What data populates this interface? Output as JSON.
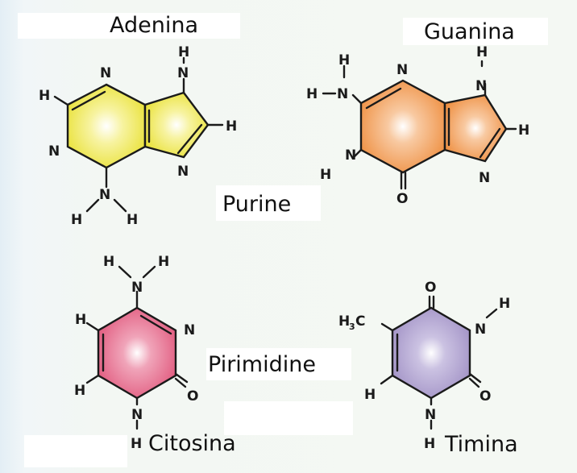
{
  "labels": {
    "adenine": "Adenina",
    "guanine": "Guanina",
    "purines": "Purine",
    "pyrimidines": "Pirimidine",
    "cytosine": "Citosina",
    "thymine": "Timina"
  },
  "atoms": {
    "N": "N",
    "H": "H",
    "O": "O",
    "C": "C",
    "H3": "3"
  },
  "colors": {
    "adenine": "#e8e030",
    "guanine": "#ee8c3c",
    "cytosine": "#e0557a",
    "thymine": "#9f8fc4"
  }
}
